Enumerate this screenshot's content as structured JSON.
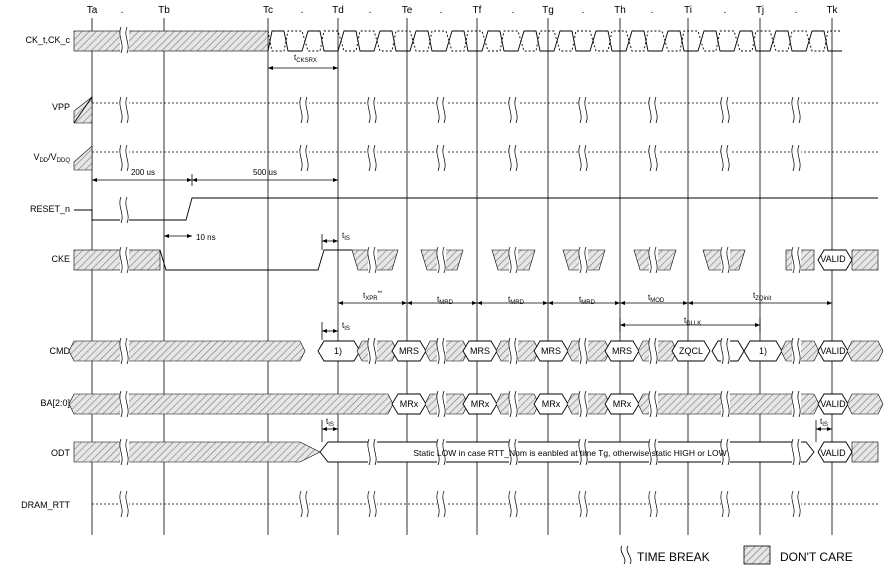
{
  "time_labels": [
    "Ta",
    ".",
    "Tb",
    "Tc",
    ".",
    "Td",
    ".",
    "Te",
    ".",
    "Tf",
    ".",
    "Tg",
    ".",
    "Th",
    ".",
    "Ti",
    ".",
    "Tj",
    ".",
    "Tk"
  ],
  "signals": {
    "clk": "CK_t,CK_c",
    "vpp": "VPP",
    "vdd_a": "V",
    "vdd_b": "DD",
    "vdd_c": "/V",
    "vdd_d": "DDQ",
    "reset": "RESET_n",
    "cke": "CKE",
    "cmd": "CMD",
    "ba": "BA[2:0]",
    "odt": "ODT",
    "dram_rtt": "DRAM_RTT"
  },
  "timing": {
    "tcksrx_t": "t",
    "tcksrx_s": "CKSRX",
    "t200": "200 us",
    "t500": "500 us",
    "t10": "10 ns",
    "tis_t": "t",
    "tis_s": "IS",
    "txpr_t": "t",
    "txpr_s": "XPR",
    "txpr_sup": "**",
    "tmrd_t": "t",
    "tmrd_s": "MRD",
    "tmod_t": "t",
    "tmod_s": "MOD",
    "tzq_t": "t",
    "tzq_s": "ZQinit",
    "tdllk_t": "t",
    "tdllk_s": "DLLK"
  },
  "cmd_labels": {
    "c1": "1)",
    "mrs1": "MRS",
    "mrs2": "MRS",
    "mrs3": "MRS",
    "mrs4": "MRS",
    "zqcl": "ZQCL",
    "c2": "1)",
    "valid": "VALID"
  },
  "ba_labels": {
    "mrx1": "MRx",
    "mrx2": "MRx",
    "mrx3": "MRx",
    "mrx4": "MRx",
    "valid": "VALID"
  },
  "cke_valid": "VALID",
  "odt_text": "Static LOW in case RTT_Nom is eanbled at time Tg, otherwise static HIGH or LOW",
  "odt_valid": "VALID",
  "legend": {
    "time_break": "TIME BREAK",
    "dont_care": "DON'T CARE"
  }
}
